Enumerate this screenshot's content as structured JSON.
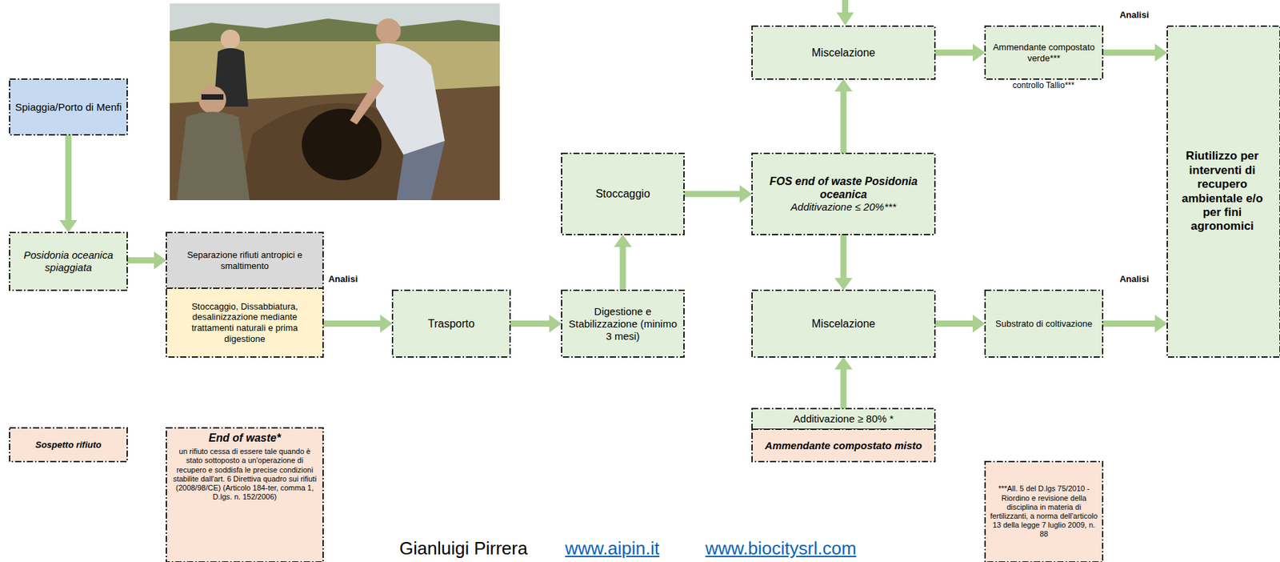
{
  "diagram": {
    "nodes": [
      {
        "text": [
          "Spiaggia/Porto di Menfi"
        ]
      },
      {
        "text": [
          "Posidonia oceanica spiaggiata"
        ]
      },
      {
        "text": [
          "Separazione rifiuti antropici e smaltimento"
        ]
      },
      {
        "text": [
          "Stoccaggio, Dissabbiatura, desalinizzazione mediante trattamenti naturali e prima digestione"
        ]
      },
      {
        "text": [
          "Trasporto"
        ]
      },
      {
        "text": [
          "Digestione e Stabilizzazione (minimo 3 mesi)"
        ]
      },
      {
        "text": [
          "Stoccaggio"
        ]
      },
      {
        "text": [
          "FOS end of waste Posidonia oceanica",
          "Additivazione ≤ 20%***"
        ]
      },
      {
        "text": [
          "Miscelazione"
        ]
      },
      {
        "text": [
          "Ammendante compostato verde***"
        ]
      },
      {
        "text": [
          "Miscelazione"
        ]
      },
      {
        "text": [
          "Substrato di coltivazione"
        ]
      },
      {
        "text": [
          "Riutilizzo per interventi di recupero ambientale e/o per fini agronomici"
        ]
      },
      {
        "text": [
          "Additivazione ≥ 80% *"
        ]
      },
      {
        "text": [
          "Ammendante compostato misto"
        ]
      },
      {
        "text": [
          "Sospetto rifiuto"
        ]
      },
      {
        "text": [
          "End of waste*",
          "un rifiuto cessa di essere tale quando è stato sottoposto a un'operazione di recupero e soddisfa le precise condizioni stabilite dall'art. 6 Direttiva quadro sui rifiuti (2008/98/CE) (Articolo 184-ter, comma 1, D.lgs. n. 152/2006)"
        ]
      },
      {
        "text": [
          "***All. 5 del D.lgs 75/2010 - Riordino e revisione della disciplina in materia di fertilizzanti, a norma dell'articolo 13 della legge 7 luglio 2009, n. 88"
        ]
      }
    ],
    "edges": [
      {
        "from": 0,
        "to": 1,
        "arrow": "to"
      },
      {
        "from": 1,
        "to": 2,
        "arrow": "to"
      },
      {
        "from": 3,
        "to": 4,
        "arrow": "to"
      },
      {
        "from": 4,
        "to": 5,
        "arrow": "to"
      },
      {
        "from": 5,
        "to": 6,
        "arrow": "to"
      },
      {
        "from": 6,
        "to": 7,
        "arrow": "to"
      },
      {
        "from": 7,
        "to": 8,
        "arrow": "to"
      },
      {
        "from": 7,
        "to": 10,
        "arrow": "to"
      },
      {
        "from": 8,
        "to": 9,
        "arrow": "to"
      },
      {
        "from": 9,
        "to": 12,
        "arrow": "to"
      },
      {
        "from": 13,
        "to": 10,
        "arrow": "to"
      },
      {
        "from": 10,
        "to": 11,
        "arrow": "to"
      },
      {
        "from": 11,
        "to": 12,
        "arrow": "to"
      }
    ],
    "labels": [
      "Analisi",
      "Analisi",
      "Analisi",
      "controllo Tallio***",
      "Gianluigi Pirrera",
      "www.aipin.it",
      "www.biocitysrl.com"
    ]
  }
}
